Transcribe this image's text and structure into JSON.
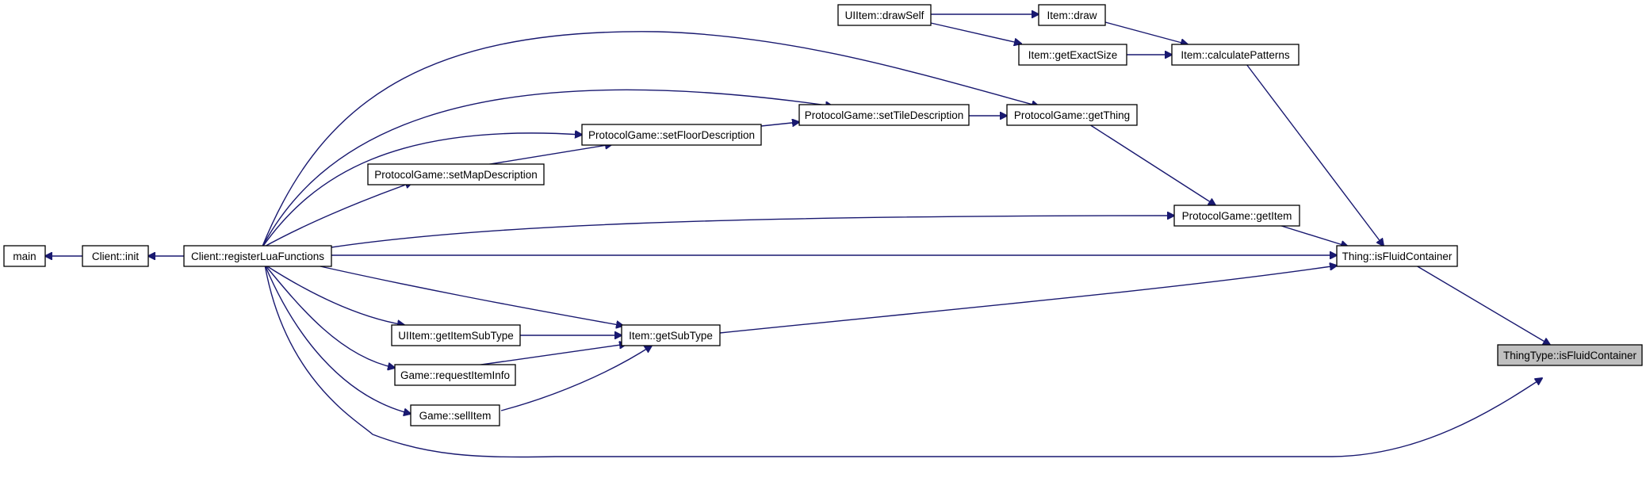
{
  "colors": {
    "edge": "#191970",
    "node_border": "#000000",
    "node_fill": "#ffffff",
    "focus_fill": "#bfbfbf"
  },
  "nodes": {
    "main": "main",
    "client_init": "Client::init",
    "register": "Client::registerLuaFunctions",
    "set_map_desc": "ProtocolGame::setMapDescription",
    "set_floor_desc": "ProtocolGame::setFloorDescription",
    "set_tile_desc": "ProtocolGame::setTileDescription",
    "get_thing": "ProtocolGame::getThing",
    "uiitem_drawself": "UIItem::drawSelf",
    "item_draw": "Item::draw",
    "item_exactsize": "Item::getExactSize",
    "item_calcpatterns": "Item::calculatePatterns",
    "pg_getitem": "ProtocolGame::getItem",
    "thing_fluid": "Thing::isFluidContainer",
    "uiitem_subtype": "UIItem::getItemSubType",
    "item_subtype": "Item::getSubType",
    "game_reqinfo": "Game::requestItemInfo",
    "game_sell": "Game::sellItem",
    "thingtype_fluid": "ThingType::isFluidContainer"
  }
}
